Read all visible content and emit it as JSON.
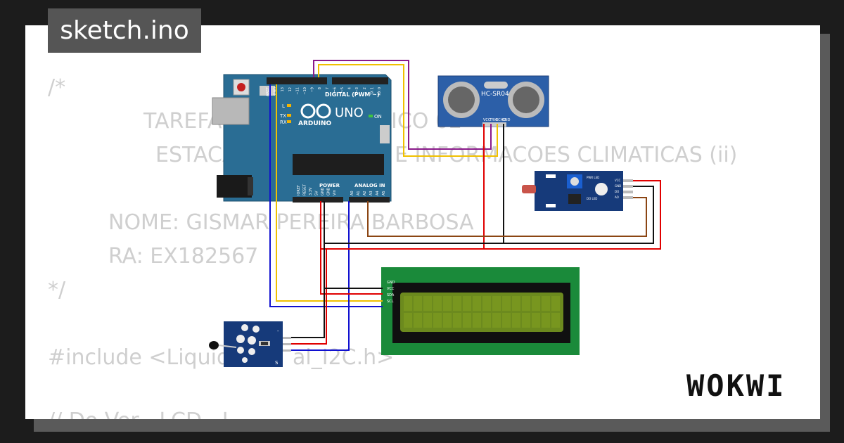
{
  "tab": {
    "filename": "sketch.ino"
  },
  "brand": {
    "logo_text": "WOKWI"
  },
  "code_lines": [
    "/*",
    "TAREFA",
    "ICO 02",
    "ESTACA",
    "E INFORMACOES CLIMATICAS (ii)",
    "NOME: GISMAR PEREIRA BARBOSA",
    "RA: EX182567",
    "*/",
    "#include <Liquid",
    "al_I2C.h>",
    "// Do Ver   LCD   I"
  ],
  "arduino": {
    "board_name": "UNO",
    "brand": "ARDUINO",
    "digital_header": "DIGITAL (PWM ~)",
    "power_header": "POWER",
    "analog_header": "ANALOG IN",
    "on_label": "ON",
    "l_label": "L",
    "tx_label": "TX",
    "rx_label": "RX",
    "digital_pins": [
      "AREF",
      "GND",
      "13",
      "12",
      "~11",
      "~10",
      "~9",
      "8",
      "7",
      "~6",
      "~5",
      "4",
      "~3",
      "2",
      "TX 1",
      "RX 0"
    ],
    "power_pins": [
      "IOREF",
      "RESET",
      "3.3V",
      "5V",
      "GND",
      "GND",
      "Vin"
    ],
    "analog_pins": [
      "A0",
      "A1",
      "A2",
      "A3",
      "A4",
      "A5"
    ]
  },
  "ultrasonic": {
    "label": "HC-SR04",
    "pins": [
      "VCC",
      "TRIG",
      "ECHO",
      "GND"
    ]
  },
  "ldr_module": {
    "pins": [
      "VCC",
      "GND",
      "DO",
      "AO"
    ],
    "leds": [
      "PWR LED",
      "DO LED"
    ]
  },
  "lcd": {
    "pins": [
      "GND",
      "VCC",
      "SDA",
      "SCL"
    ]
  },
  "temp_sensor": {
    "pins": [
      "-",
      "S"
    ]
  },
  "colors": {
    "board": "#2a6d94",
    "lcd_pcb": "#1a8a3a",
    "lcd_screen": "#6c8a1e",
    "sensor_pcb": "#163a7a",
    "wire_red": "#e00000",
    "wire_black": "#111111",
    "wire_yellow": "#f0c000",
    "wire_blue": "#1010d0",
    "wire_purple": "#8a1a8a",
    "wire_brown": "#8b4513"
  }
}
